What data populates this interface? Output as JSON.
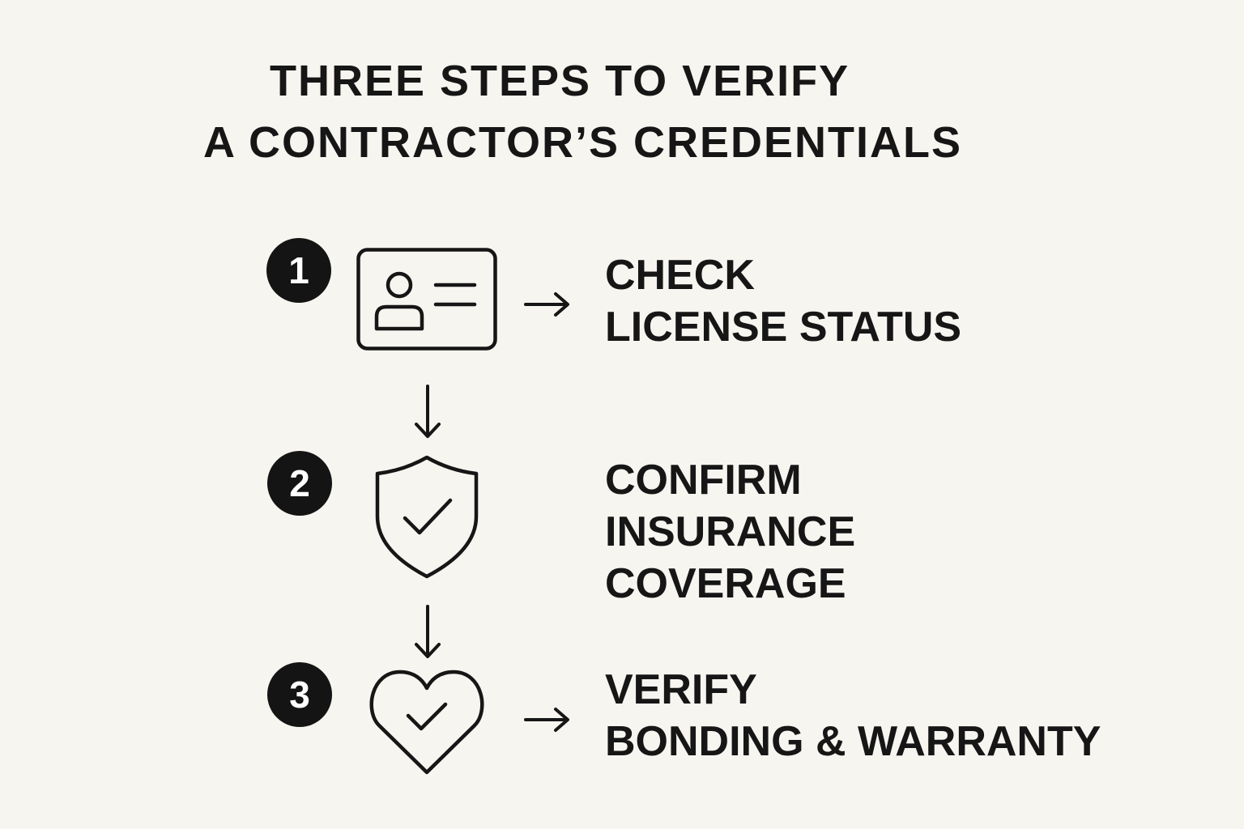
{
  "title": {
    "line1": "THREE STEPS TO VERIFY",
    "line2": "A CONTRACTOR’S CREDENTIALS"
  },
  "steps": [
    {
      "number": "1",
      "icon": "id-card-icon",
      "lines": [
        "CHECK",
        "LICENSE STATUS"
      ]
    },
    {
      "number": "2",
      "icon": "shield-check-icon",
      "lines": [
        "CONFIRM",
        "INSURANCE",
        "COVERAGE"
      ]
    },
    {
      "number": "3",
      "icon": "heart-check-icon",
      "lines": [
        "VERIFY",
        "BONDING & WARRANTY"
      ]
    }
  ],
  "colors": {
    "background": "#f7f5f0",
    "ink": "#161616",
    "badge_text": "#ffffff"
  }
}
